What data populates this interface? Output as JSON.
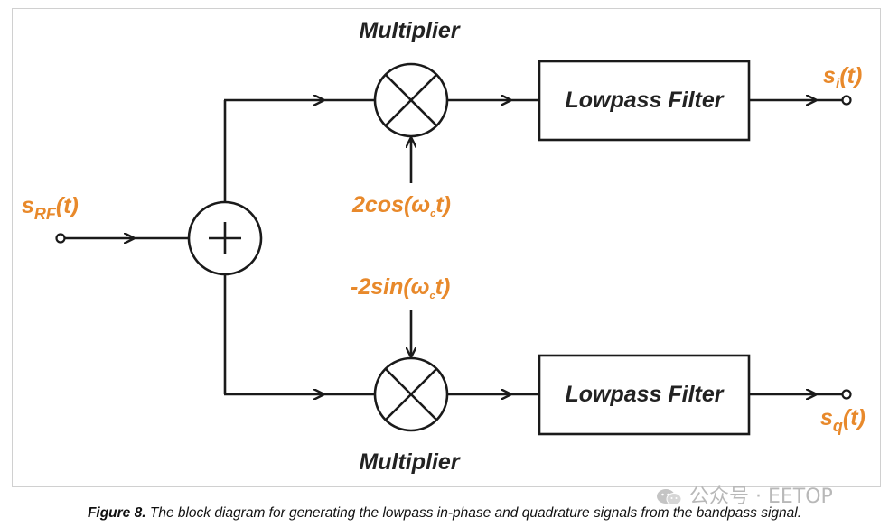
{
  "labels": {
    "input_base": "s",
    "input_sub": "RF",
    "input_tail": "(t)",
    "multiplier_top": "Multiplier",
    "multiplier_bottom": "Multiplier",
    "filter_top": "Lowpass Filter",
    "filter_bottom": "Lowpass Filter",
    "cos_head": "2cos(ω",
    "cos_sub": "c",
    "cos_tail": "t)",
    "sin_head": "-2sin(ω",
    "sin_sub": "c",
    "sin_tail": "t)",
    "out_i_base": "s",
    "out_i_sub": "i",
    "out_i_tail": "(t)",
    "out_q_base": "s",
    "out_q_sub": "q",
    "out_q_tail": "(t)"
  },
  "caption": {
    "figure_label": "Figure 8.",
    "text": " The block diagram for generating the lowpass in-phase and quadrature signals from the bandpass signal."
  },
  "watermark": {
    "icon": "wechat-icon",
    "text": "公众号 · EETOP"
  },
  "colors": {
    "accent_orange": "#e8892b",
    "line": "#1a1a1a"
  }
}
